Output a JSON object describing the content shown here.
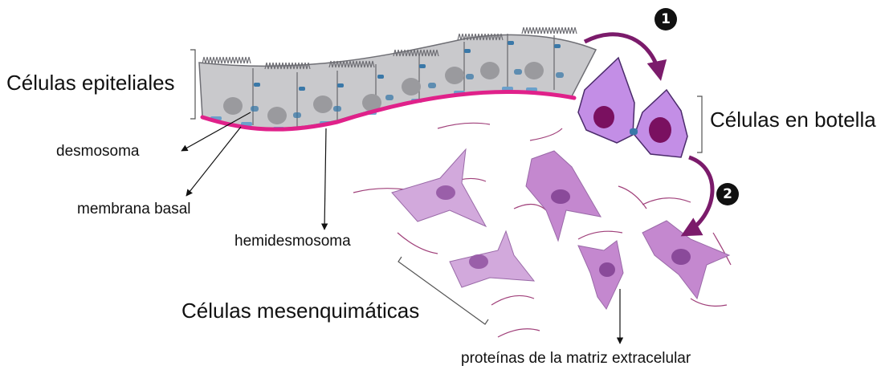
{
  "labels": {
    "epithelial_cells": "Células epiteliales",
    "bottle_cells": "Células en botella",
    "desmosome": "desmosoma",
    "basal_membrane": "membrana basal",
    "hemidesmosome": "hemidesmosoma",
    "mesenchymal_cells": "Células mesenquimáticas",
    "ecm_proteins": "proteínas de la matriz extracelular"
  },
  "steps": [
    "1",
    "2"
  ],
  "colors": {
    "epithelium_fill": "#c9c9cc",
    "epithelium_stroke": "#6e6e74",
    "nucleus_grey": "#9a9a9e",
    "basal_membrane": "#e0218a",
    "bottle_cell_fill": "#c38ee6",
    "bottle_cell_stroke": "#4a2a6a",
    "bottle_nucleus": "#7a1060",
    "mesenchymal_fill": "#c79bd3",
    "mesenchymal_nucleus": "#9a5fa9",
    "fiber": "#a0407a",
    "arrow_purple": "#7b1b6b",
    "desmosome_blue": "#3a78a8"
  }
}
